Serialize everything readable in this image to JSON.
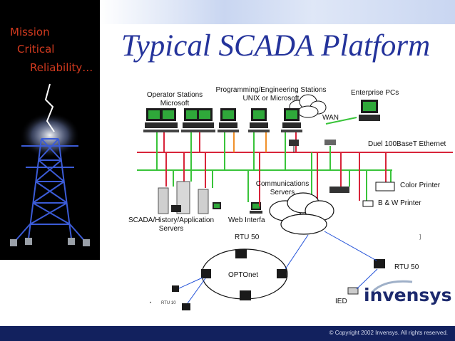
{
  "banner": {
    "line1": "Mission",
    "line2": "Critical",
    "line3": "Reliability…"
  },
  "title": "Typical SCADA Platform",
  "labels": {
    "operator_stations": "Operator Stations",
    "operator_os": "Microsoft",
    "programming_stations": "Programming/Engineering Stations",
    "programming_os": "UNIX or Microsoft",
    "enterprise_pcs": "Enterprise PCs",
    "wan": "WAN",
    "ethernet": "Duel 100BaseT Ethernet",
    "communications": "Communications",
    "communications_servers": "Servers",
    "color_printer": "Color Printer",
    "bw_printer": "B & W Printer",
    "scada_servers": "SCADA/History/Application",
    "scada_servers_2": "Servers",
    "web_interface": "Web Interfa",
    "rtu50_top": "RTU 50",
    "rtu50_right": "RTU 50",
    "optonet": "OPTOnet",
    "ied": "IED",
    "rtu10": "RTU 10",
    "bullet": "•",
    "stray": "]"
  },
  "logo": "invensys",
  "footer": "© Copyright 2002 Invensys. All rights reserved.",
  "colors": {
    "title": "#24339b",
    "ethernet_red": "#d8243a",
    "ethernet_green": "#39c43a",
    "orange_link": "#f0902a",
    "banner_tag": "#d23a1f",
    "footer_bg": "#12215e"
  }
}
